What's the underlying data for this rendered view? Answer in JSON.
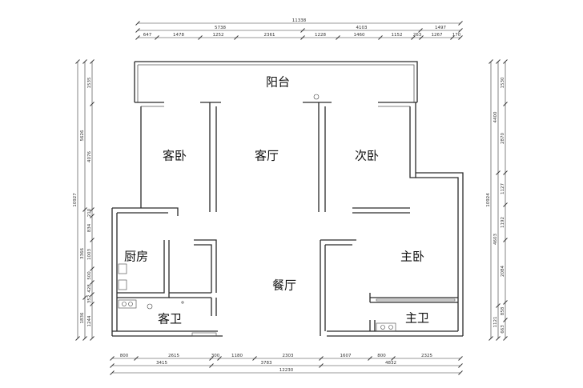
{
  "rooms": {
    "balcony": "阳台",
    "guest_bedroom": "客卧",
    "living_room": "客厅",
    "second_bedroom": "次卧",
    "kitchen": "厨房",
    "dining_room": "餐厅",
    "master_bedroom": "主卧",
    "guest_bath": "客卫",
    "master_bath": "主卫"
  },
  "dimensions": {
    "top": {
      "overall": "11338",
      "row2": [
        "5738",
        "4103",
        "1497"
      ],
      "row3": [
        "647",
        "1478",
        "1252",
        "2361",
        "1228",
        "1460",
        "1152",
        "263",
        "1267",
        "170"
      ]
    },
    "bottom": {
      "row1": [
        "800",
        "2615",
        "300",
        "1180",
        "2303",
        "1607",
        "800",
        "2325"
      ],
      "row2": [
        "3415",
        "3783",
        "4832"
      ],
      "overall": "12230"
    },
    "left": {
      "overall": "10927",
      "group": [
        "5626",
        "3366",
        "1836"
      ],
      "detail": [
        "1535",
        "4076",
        "210",
        "834",
        "1003",
        "500",
        "428",
        "352",
        "1244"
      ]
    },
    "right": {
      "overall": "10924",
      "group": [
        "4400",
        "4603",
        "1121"
      ],
      "detail": [
        "1530",
        "2870",
        "1127",
        "1192",
        "2084",
        "858",
        "663"
      ]
    }
  }
}
